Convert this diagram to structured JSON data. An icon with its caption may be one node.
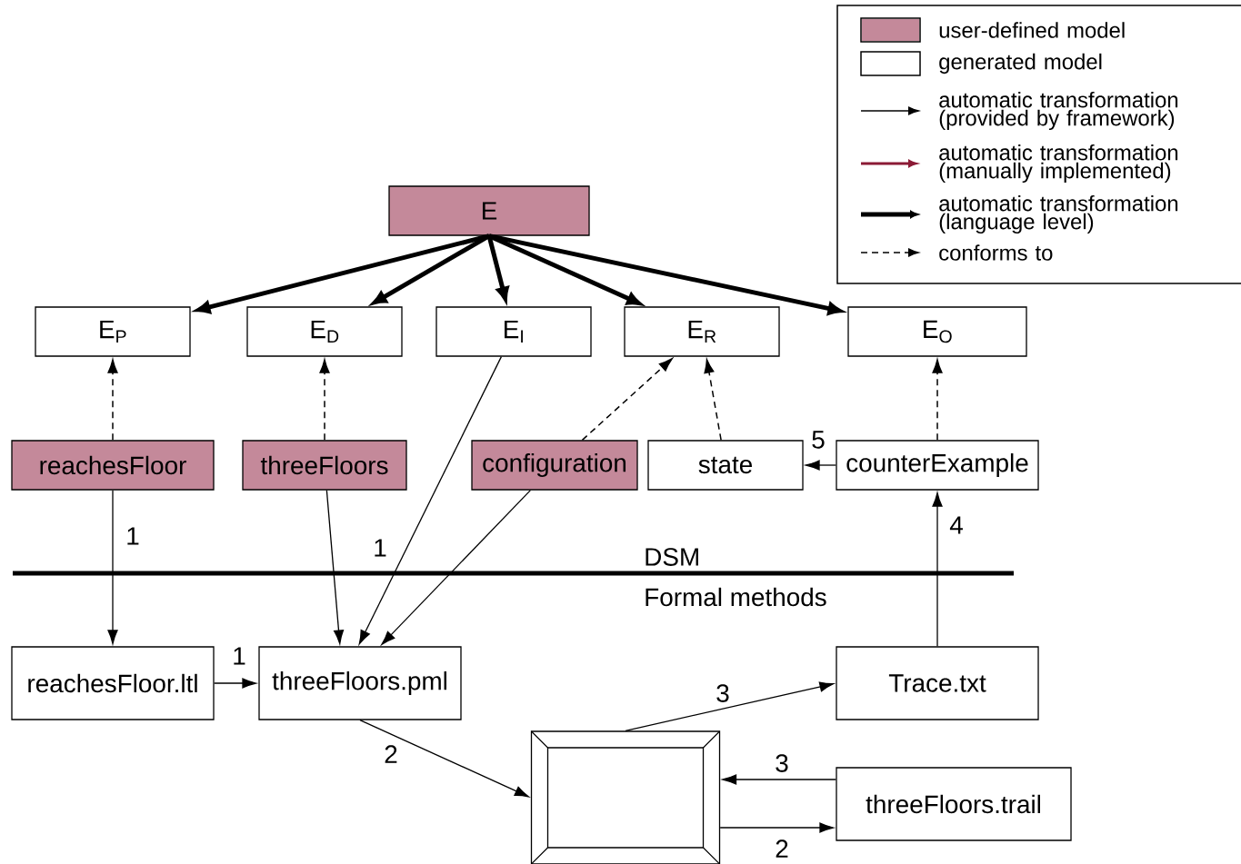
{
  "diagram": {
    "nodes": [
      {
        "text": [
          "E"
        ]
      },
      {
        "text": [
          "E$_{P}$"
        ]
      },
      {
        "text": [
          "E$_{D}$"
        ]
      },
      {
        "text": [
          "E$_{I}$"
        ]
      },
      {
        "text": [
          "E$_{R}$"
        ]
      },
      {
        "text": [
          "E$_{O}$"
        ]
      },
      {
        "text": [
          "reachesFloor"
        ]
      },
      {
        "text": [
          "threeFloors"
        ]
      },
      {
        "text": [
          "configuration"
        ]
      },
      {
        "text": [
          "state"
        ]
      },
      {
        "text": [
          "counterExample"
        ]
      },
      {
        "text": [
          "reachesFloor.ltl"
        ]
      },
      {
        "text": [
          "threeFloors.pml"
        ]
      },
      {
        "text": [],
        "shape": "box"
      },
      {
        "text": [
          "Trace.txt"
        ]
      },
      {
        "text": [
          "threeFloors.trail"
        ]
      }
    ],
    "edges": [
      {
        "from": 0,
        "to": 1,
        "arrow": "to",
        "style": "thick"
      },
      {
        "from": 0,
        "to": 2,
        "arrow": "to",
        "style": "thick"
      },
      {
        "from": 0,
        "to": 3,
        "arrow": "to",
        "style": "thick"
      },
      {
        "from": 0,
        "to": 4,
        "arrow": "to",
        "style": "thick"
      },
      {
        "from": 0,
        "to": 5,
        "arrow": "to",
        "style": "thick"
      },
      {
        "from": 6,
        "to": 1,
        "arrow": "to",
        "style": "dashed"
      },
      {
        "from": 7,
        "to": 2,
        "arrow": "to",
        "style": "dashed"
      },
      {
        "from": 8,
        "to": 4,
        "arrow": "to",
        "style": "dashed"
      },
      {
        "from": 9,
        "to": 4,
        "arrow": "to",
        "style": "dashed"
      },
      {
        "from": 10,
        "to": 5,
        "arrow": "to",
        "style": "dashed"
      },
      {
        "from": 6,
        "to": 11,
        "arrow": "to",
        "label": "1"
      },
      {
        "from": 11,
        "to": 12,
        "arrow": "to",
        "label": "1"
      },
      {
        "from": 7,
        "to": 12,
        "arrow": "to"
      },
      {
        "from": 3,
        "to": 12,
        "arrow": "to",
        "label": "1"
      },
      {
        "from": 8,
        "to": 12,
        "arrow": "to"
      },
      {
        "from": 12,
        "to": 13,
        "arrow": "to",
        "label": "2"
      },
      {
        "from": 13,
        "to": 14,
        "arrow": "to",
        "label": "3"
      },
      {
        "from": 15,
        "to": 13,
        "arrow": "to",
        "label": "3"
      },
      {
        "from": 13,
        "to": 15,
        "arrow": "to",
        "label": "2"
      },
      {
        "from": 14,
        "to": 10,
        "arrow": "to",
        "label": "4"
      },
      {
        "from": 10,
        "to": 9,
        "arrow": "to",
        "label": "5"
      }
    ],
    "labels": [
      "DSM",
      "Formal methods"
    ],
    "legend": [
      {
        "text": "user-defined model",
        "color": "#c4899a"
      },
      {
        "text": "generated model",
        "color": "#ffffff"
      },
      {
        "text": "automatic transformation (provided by framework)"
      },
      {
        "text": "automatic transformation (manually implemented)"
      },
      {
        "text": "automatic transformation (language level)"
      },
      {
        "text": "conforms to"
      }
    ]
  }
}
